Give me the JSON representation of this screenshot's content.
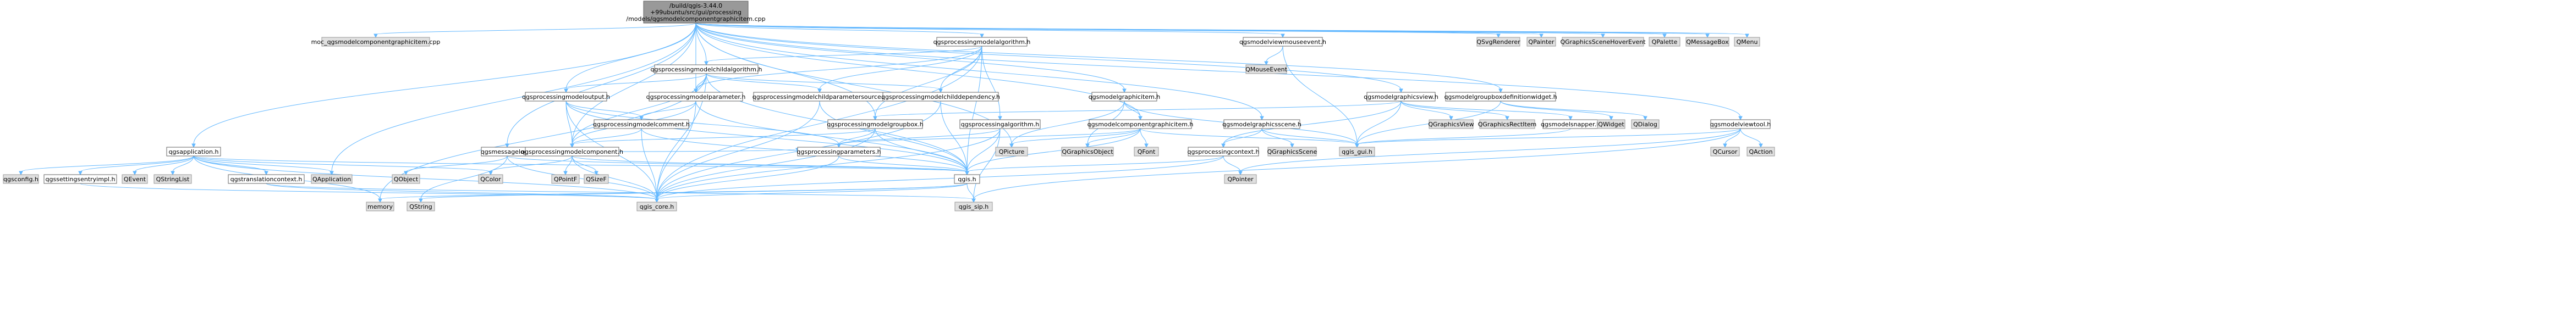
{
  "colors": {
    "edge": "#63b8ff",
    "node_fill": "#ffffff",
    "node_border": "#666666",
    "external_fill": "#e0e0e0",
    "external_border": "#999999",
    "focus_fill": "#999999",
    "focus_border": "#666666",
    "red_text": "#ff0000"
  },
  "focus_node": {
    "lines": [
      "/build/qgis-3.44.0",
      "+99ubuntu/src/gui/processing",
      "/models/qgsmodelcomponentgraphicitem.cpp"
    ]
  },
  "nodes": [
    {
      "id": "moc",
      "label": "moc_qgsmodelcomponentgraphicitem.cpp",
      "kind": "external"
    },
    {
      "id": "alg",
      "label": "qgsprocessingmodelalgorithm.h",
      "kind": "normal"
    },
    {
      "id": "childalg",
      "label": "qgsprocessingmodelchildalgorithm.h",
      "kind": "normal"
    },
    {
      "id": "mouse",
      "label": "qgsmodelviewmouseevent.h",
      "kind": "normal"
    },
    {
      "id": "qmouseevent",
      "label": "QMouseEvent",
      "kind": "external"
    },
    {
      "id": "qsvg",
      "label": "QSvgRenderer",
      "kind": "external"
    },
    {
      "id": "qpainter",
      "label": "QPainter",
      "kind": "external"
    },
    {
      "id": "qgshover",
      "label": "QGraphicsSceneHoverEvent",
      "kind": "external"
    },
    {
      "id": "qpalette",
      "label": "QPalette",
      "kind": "external"
    },
    {
      "id": "qmsgbox",
      "label": "QMessageBox",
      "kind": "external"
    },
    {
      "id": "qmenu",
      "label": "QMenu",
      "kind": "external"
    },
    {
      "id": "output",
      "label": "qgsprocessingmodeloutput.h",
      "kind": "normal"
    },
    {
      "id": "param",
      "label": "qgsprocessingmodelparameter.h",
      "kind": "normal"
    },
    {
      "id": "childsrc",
      "label": "qgsprocessingmodelchildparametersource.h",
      "kind": "red"
    },
    {
      "id": "childdep",
      "label": "qgsprocessingmodelchilddependency.h",
      "kind": "normal"
    },
    {
      "id": "graphicitem",
      "label": "qgsmodelgraphicitem.h",
      "kind": "normal"
    },
    {
      "id": "graphicsview",
      "label": "qgsmodelgraphicsview.h",
      "kind": "normal"
    },
    {
      "id": "groupboxdef",
      "label": "qgsmodelgroupboxdefinitionwidget.h",
      "kind": "normal"
    },
    {
      "id": "modelcomment",
      "label": "qgsprocessingmodelcomment.h",
      "kind": "normal"
    },
    {
      "id": "groupbox",
      "label": "qgsprocessingmodelgroupbox.h",
      "kind": "normal"
    },
    {
      "id": "palgorithm",
      "label": "qgsprocessingalgorithm.h",
      "kind": "red"
    },
    {
      "id": "compgraphic",
      "label": "qgsmodelcomponentgraphicitem.h",
      "kind": "normal"
    },
    {
      "id": "gscene",
      "label": "qgsmodelgraphicsscene.h",
      "kind": "normal"
    },
    {
      "id": "qgraphicsview",
      "label": "QGraphicsView",
      "kind": "external"
    },
    {
      "id": "qgraphicsrect",
      "label": "QGraphicsRectItem",
      "kind": "external"
    },
    {
      "id": "snapper",
      "label": "qgsmodelsnapper.h",
      "kind": "red"
    },
    {
      "id": "qwidget",
      "label": "QWidget",
      "kind": "external"
    },
    {
      "id": "qdialog",
      "label": "QDialog",
      "kind": "external"
    },
    {
      "id": "viewtool",
      "label": "qgsmodelviewtool.h",
      "kind": "normal"
    },
    {
      "id": "qgsapp",
      "label": "qgsapplication.h",
      "kind": "normal"
    },
    {
      "id": "msglog",
      "label": "qgsmessagelog.h",
      "kind": "normal"
    },
    {
      "id": "component",
      "label": "qgsprocessingmodelcomponent.h",
      "kind": "normal"
    },
    {
      "id": "pparams",
      "label": "qgsprocessingparameters.h",
      "kind": "red"
    },
    {
      "id": "pcontext",
      "label": "qgsprocessingcontext.h",
      "kind": "red"
    },
    {
      "id": "qpicture",
      "label": "QPicture",
      "kind": "external"
    },
    {
      "id": "qgraphicsobject",
      "label": "QGraphicsObject",
      "kind": "external"
    },
    {
      "id": "qfont",
      "label": "QFont",
      "kind": "external"
    },
    {
      "id": "qgraphicsscene",
      "label": "QGraphicsScene",
      "kind": "external"
    },
    {
      "id": "qgsgui",
      "label": "qgis_gui.h",
      "kind": "external"
    },
    {
      "id": "qcursor",
      "label": "QCursor",
      "kind": "external"
    },
    {
      "id": "qaction",
      "label": "QAction",
      "kind": "external"
    },
    {
      "id": "qgsconfig",
      "label": "qgsconfig.h",
      "kind": "external"
    },
    {
      "id": "settingsentry",
      "label": "qgssettingsentryimpl.h",
      "kind": "red"
    },
    {
      "id": "qevent",
      "label": "QEvent",
      "kind": "external"
    },
    {
      "id": "qstringlist",
      "label": "QStringList",
      "kind": "external"
    },
    {
      "id": "translation",
      "label": "qgstranslationcontext.h",
      "kind": "red"
    },
    {
      "id": "qapplication",
      "label": "QApplication",
      "kind": "external"
    },
    {
      "id": "qobject",
      "label": "QObject",
      "kind": "external"
    },
    {
      "id": "qcolor",
      "label": "QColor",
      "kind": "external"
    },
    {
      "id": "qpointf",
      "label": "QPointF",
      "kind": "external"
    },
    {
      "id": "qsizef",
      "label": "QSizeF",
      "kind": "external"
    },
    {
      "id": "qgsh",
      "label": "qgis.h",
      "kind": "red"
    },
    {
      "id": "qpointer",
      "label": "QPointer",
      "kind": "external"
    },
    {
      "id": "memory",
      "label": "memory",
      "kind": "external"
    },
    {
      "id": "qstring",
      "label": "QString",
      "kind": "external"
    },
    {
      "id": "qgscore",
      "label": "qgis_core.h",
      "kind": "external"
    },
    {
      "id": "qgssip",
      "label": "qgis_sip.h",
      "kind": "external"
    }
  ],
  "edges": [
    [
      "focus",
      "moc"
    ],
    [
      "focus",
      "alg"
    ],
    [
      "focus",
      "childalg"
    ],
    [
      "focus",
      "mouse"
    ],
    [
      "focus",
      "qsvg"
    ],
    [
      "focus",
      "qpainter"
    ],
    [
      "focus",
      "qgshover"
    ],
    [
      "focus",
      "qpalette"
    ],
    [
      "focus",
      "qmsgbox"
    ],
    [
      "focus",
      "qmenu"
    ],
    [
      "focus",
      "graphicitem"
    ],
    [
      "focus",
      "graphicsview"
    ],
    [
      "focus",
      "groupboxdef"
    ],
    [
      "focus",
      "viewtool"
    ],
    [
      "focus",
      "qgsapp"
    ],
    [
      "focus",
      "msglog"
    ],
    [
      "focus",
      "compgraphic"
    ],
    [
      "focus",
      "gscene"
    ],
    [
      "focus",
      "groupbox"
    ],
    [
      "focus",
      "qpicture"
    ],
    [
      "focus",
      "output"
    ],
    [
      "focus",
      "param"
    ],
    [
      "focus",
      "component"
    ],
    [
      "focus",
      "qapplication"
    ],
    [
      "alg",
      "childalg"
    ],
    [
      "alg",
      "childsrc"
    ],
    [
      "alg",
      "childdep"
    ],
    [
      "alg",
      "param"
    ],
    [
      "alg",
      "groupbox"
    ],
    [
      "alg",
      "palgorithm"
    ],
    [
      "alg",
      "qgsh"
    ],
    [
      "alg",
      "qgscore"
    ],
    [
      "childalg",
      "output"
    ],
    [
      "childalg",
      "param"
    ],
    [
      "childalg",
      "childsrc"
    ],
    [
      "childalg",
      "childdep"
    ],
    [
      "childalg",
      "component"
    ],
    [
      "childalg",
      "qgsh"
    ],
    [
      "childalg",
      "qgscore"
    ],
    [
      "childalg",
      "memory"
    ],
    [
      "mouse",
      "qmouseevent"
    ],
    [
      "mouse",
      "qgsgui"
    ],
    [
      "output",
      "modelcomment"
    ],
    [
      "output",
      "component"
    ],
    [
      "output",
      "pparams"
    ],
    [
      "output",
      "qgsh"
    ],
    [
      "output",
      "qgscore"
    ],
    [
      "param",
      "modelcomment"
    ],
    [
      "param",
      "component"
    ],
    [
      "param",
      "qgsh"
    ],
    [
      "param",
      "qgscore"
    ],
    [
      "childsrc",
      "qgsh"
    ],
    [
      "childsrc",
      "qgscore"
    ],
    [
      "childdep",
      "qgsh"
    ],
    [
      "childdep",
      "qgscore"
    ],
    [
      "graphicitem",
      "compgraphic"
    ],
    [
      "graphicitem",
      "qpicture"
    ],
    [
      "graphicitem",
      "qgsgui"
    ],
    [
      "graphicitem",
      "qgraphicsobject"
    ],
    [
      "graphicsview",
      "qgraphicsview"
    ],
    [
      "graphicsview",
      "qgraphicsrect"
    ],
    [
      "graphicsview",
      "snapper"
    ],
    [
      "graphicsview",
      "qgsgui"
    ],
    [
      "graphicsview",
      "groupbox"
    ],
    [
      "graphicsview",
      "pcontext"
    ],
    [
      "groupboxdef",
      "qdialog"
    ],
    [
      "groupboxdef",
      "qgsgui"
    ],
    [
      "groupboxdef",
      "qwidget"
    ],
    [
      "modelcomment",
      "component"
    ],
    [
      "modelcomment",
      "qgsh"
    ],
    [
      "modelcomment",
      "qgscore"
    ],
    [
      "groupbox",
      "component"
    ],
    [
      "groupbox",
      "pparams"
    ],
    [
      "groupbox",
      "qgsh"
    ],
    [
      "groupbox",
      "qgscore"
    ],
    [
      "palgorithm",
      "pparams"
    ],
    [
      "palgorithm",
      "qgsh"
    ],
    [
      "palgorithm",
      "qgscore"
    ],
    [
      "palgorithm",
      "qgssip"
    ],
    [
      "compgraphic",
      "qgraphicsobject"
    ],
    [
      "compgraphic",
      "qfont"
    ],
    [
      "compgraphic",
      "qpicture"
    ],
    [
      "compgraphic",
      "qgsgui"
    ],
    [
      "compgraphic",
      "pparams"
    ],
    [
      "compgraphic",
      "qgsh"
    ],
    [
      "gscene",
      "qgraphicsscene"
    ],
    [
      "gscene",
      "pcontext"
    ],
    [
      "gscene",
      "qgsgui"
    ],
    [
      "snapper",
      "qgsgui"
    ],
    [
      "viewtool",
      "qcursor"
    ],
    [
      "viewtool",
      "qaction"
    ],
    [
      "viewtool",
      "qpointer"
    ],
    [
      "viewtool",
      "qgsgui"
    ],
    [
      "viewtool",
      "qgssip"
    ],
    [
      "qgsapp",
      "qgsconfig"
    ],
    [
      "qgsapp",
      "settingsentry"
    ],
    [
      "qgsapp",
      "qevent"
    ],
    [
      "qgsapp",
      "qstringlist"
    ],
    [
      "qgsapp",
      "translation"
    ],
    [
      "qgsapp",
      "qapplication"
    ],
    [
      "qgsapp",
      "qcolor"
    ],
    [
      "qgsapp",
      "qgsh"
    ],
    [
      "qgsapp",
      "qgscore"
    ],
    [
      "qgsapp",
      "memory"
    ],
    [
      "msglog",
      "qobject"
    ],
    [
      "msglog",
      "qstring"
    ],
    [
      "msglog",
      "qgsh"
    ],
    [
      "msglog",
      "qgscore"
    ],
    [
      "component",
      "qcolor"
    ],
    [
      "component",
      "qpointf"
    ],
    [
      "component",
      "qsizef"
    ],
    [
      "component",
      "qgsh"
    ],
    [
      "component",
      "qgscore"
    ],
    [
      "component",
      "pparams"
    ],
    [
      "pparams",
      "qgsh"
    ],
    [
      "pparams",
      "qgscore"
    ],
    [
      "pcontext",
      "qgsh"
    ],
    [
      "pcontext",
      "qpointer"
    ],
    [
      "pcontext",
      "qgscore"
    ],
    [
      "qgsh",
      "qgscore"
    ],
    [
      "qgsh",
      "qgssip"
    ],
    [
      "qgsh",
      "memory"
    ],
    [
      "qgsh",
      "qstring"
    ],
    [
      "translation",
      "qgscore"
    ],
    [
      "translation",
      "qgssip"
    ],
    [
      "settingsentry",
      "qgscore"
    ]
  ]
}
